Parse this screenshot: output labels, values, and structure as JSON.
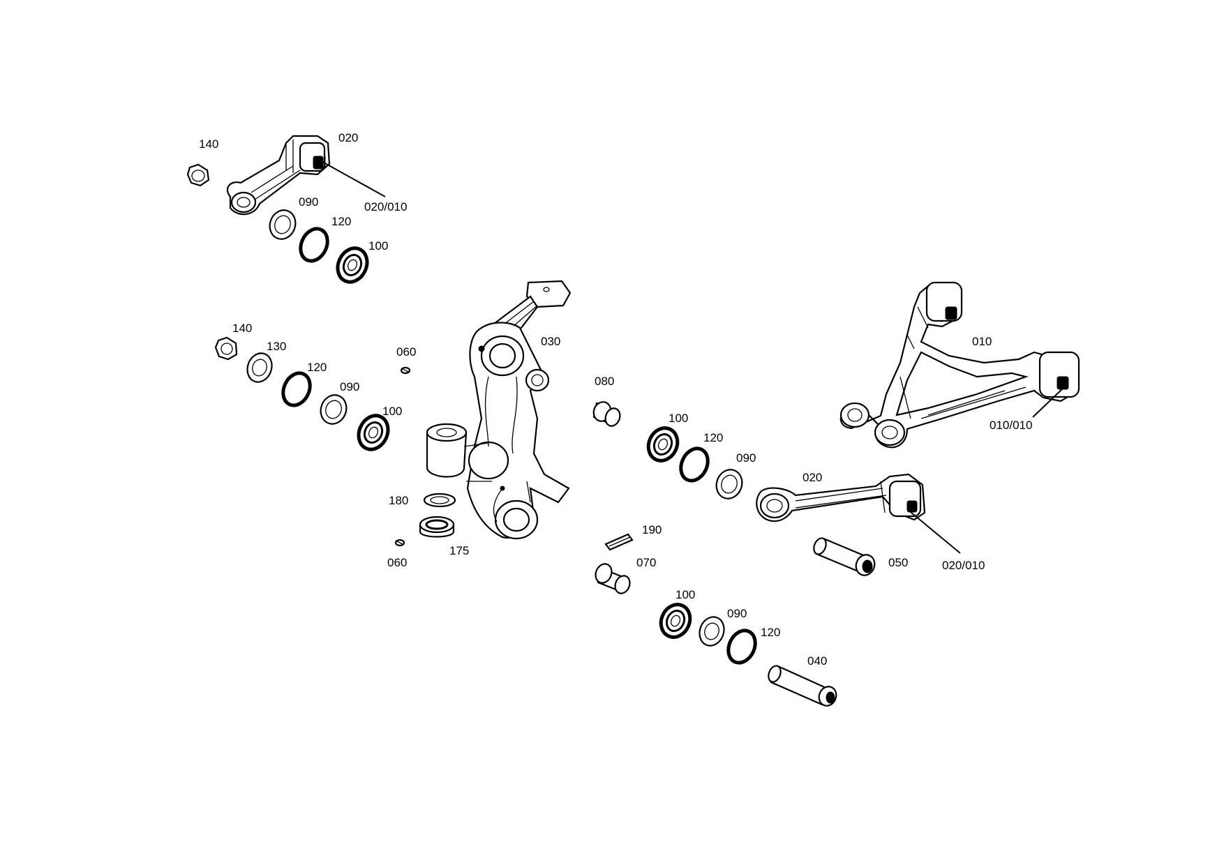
{
  "labels": {
    "l140a": "140",
    "l020a": "020",
    "l020010a": "020/010",
    "l090a": "090",
    "l120a": "120",
    "l100a": "100",
    "l140b": "140",
    "l130": "130",
    "l120b": "120",
    "l090b": "090",
    "l100b": "100",
    "l060a": "060",
    "l060b": "060",
    "l030": "030",
    "l180": "180",
    "l175": "175",
    "l080": "080",
    "l100c": "100",
    "l120c": "120",
    "l090c": "090",
    "l020b": "020",
    "l020010b": "020/010",
    "l050": "050",
    "l190": "190",
    "l070": "070",
    "l100d": "100",
    "l090d": "090",
    "l120d": "120",
    "l040": "040",
    "l010": "010",
    "l010010": "010/010"
  }
}
